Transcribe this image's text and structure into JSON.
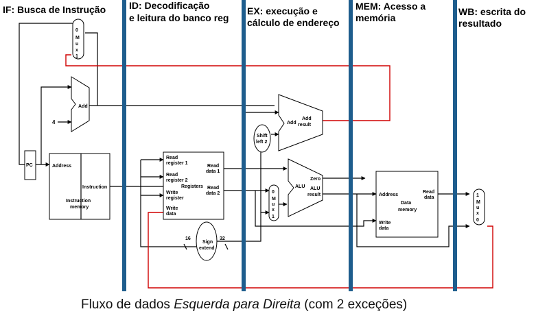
{
  "stages": {
    "if": [
      "IF: Busca de Instrução"
    ],
    "id": [
      "ID: Decodificação",
      "e leitura do banco reg"
    ],
    "ex": [
      "EX: execução e",
      "cálculo de endereço"
    ],
    "mem": [
      "MEM: Acesso a",
      "memória"
    ],
    "wb": [
      "WB: escrita do",
      "resultado"
    ]
  },
  "components": {
    "pc": "PC",
    "mux_if": [
      "0",
      "M",
      "u",
      "x",
      "1"
    ],
    "const_four": "4",
    "add_if": "Add",
    "instr_mem": {
      "address": "Address",
      "instruction": "Instruction",
      "name": [
        "Instruction",
        "memory"
      ]
    },
    "registers": {
      "read_reg1": [
        "Read",
        "register 1"
      ],
      "read_reg2": [
        "Read",
        "register 2"
      ],
      "write_reg": [
        "Write",
        "register"
      ],
      "write_data": [
        "Write",
        "data"
      ],
      "name": "Registers",
      "read_data1": [
        "Read",
        "data 1"
      ],
      "read_data2": [
        "Read",
        "data 2"
      ]
    },
    "sign_extend": {
      "name": [
        "Sign",
        "extend"
      ],
      "in_width": "16",
      "out_width": "32"
    },
    "shift_left": [
      "Shift",
      "left 2"
    ],
    "add_ex": {
      "left": "Add",
      "right": [
        "Add",
        "result"
      ]
    },
    "mux_ex": [
      "0",
      "M",
      "u",
      "x",
      "1"
    ],
    "alu": {
      "name": "ALU",
      "zero": "Zero",
      "result": [
        "ALU",
        "result"
      ]
    },
    "data_mem": {
      "address": "Address",
      "write_data": [
        "Write",
        "data"
      ],
      "read_data": [
        "Read",
        "data"
      ],
      "name": [
        "Data",
        "memory"
      ]
    },
    "mux_wb": [
      "1",
      "M",
      "u",
      "x",
      "0"
    ]
  },
  "caption": {
    "before": "Fluxo de dados ",
    "emphasis": "Esquerda para Direita",
    "after": " (com 2 exceções)"
  },
  "colors": {
    "stage_bar": "#1e5d8d",
    "wire": "#000000",
    "exception_path": "#d00000"
  }
}
